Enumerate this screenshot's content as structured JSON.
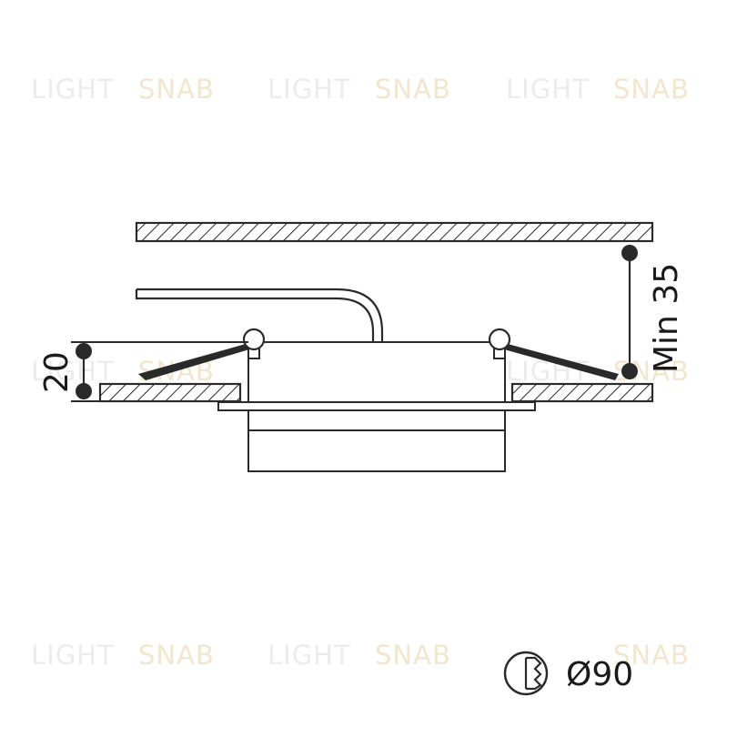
{
  "watermark": {
    "word1": "LIGHT",
    "word2": "SNAB"
  },
  "dimensions": {
    "panel_thickness": "20",
    "min_clearance": "Min 35",
    "cutout_diameter": "Ø90"
  },
  "icons": {
    "cutout_icon": "cutout-hole-icon"
  },
  "colors": {
    "line": "#2a2a2a",
    "watermark_gray": "#ececec",
    "watermark_gold": "#f3e6cf"
  }
}
